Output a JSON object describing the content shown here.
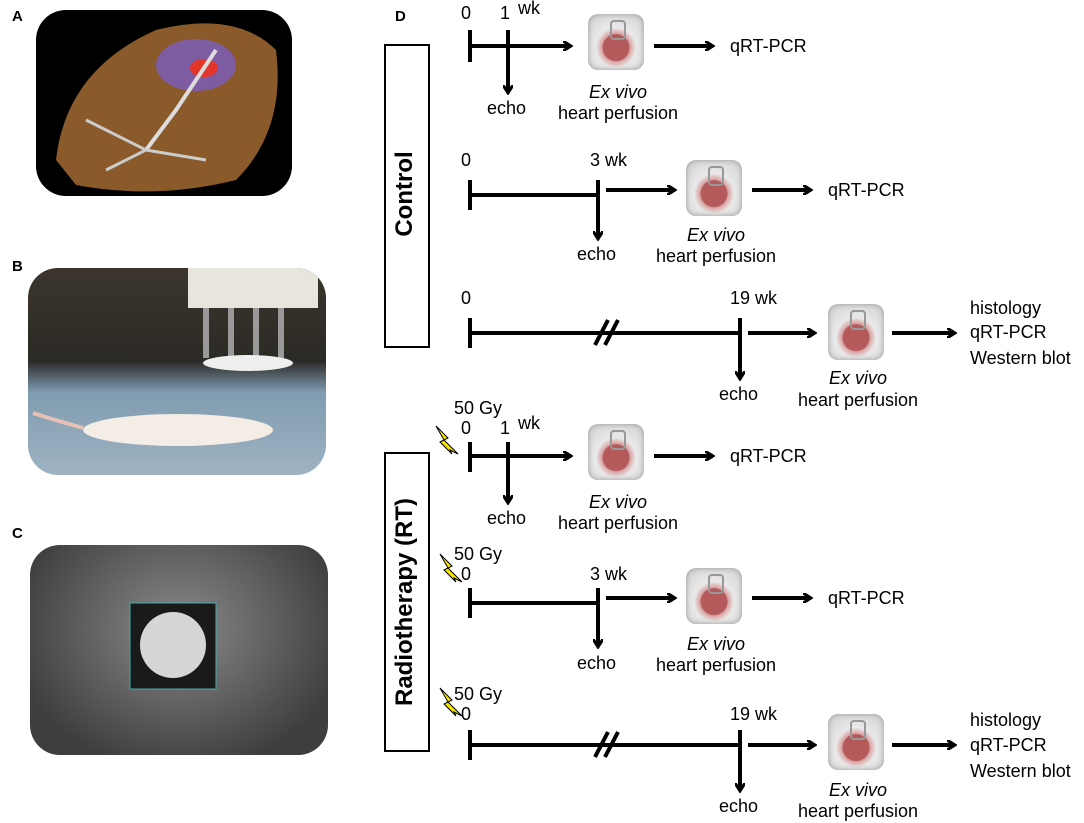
{
  "panel_labels": [
    "A",
    "B",
    "C",
    "D"
  ],
  "groups": [
    {
      "label": "Control",
      "rows": [
        {
          "start": "0",
          "end": "1",
          "unit": "wk",
          "outputs": [
            "qRT-PCR"
          ]
        },
        {
          "start": "0",
          "end": "3 wk",
          "outputs": [
            "qRT-PCR"
          ]
        },
        {
          "start": "0",
          "end": "19 wk",
          "outputs": [
            "histology",
            "qRT-PCR",
            "Western blot"
          ]
        }
      ]
    },
    {
      "label": "Radiotherapy (RT)",
      "dose": "50 Gy",
      "rows": [
        {
          "start": "0",
          "end": "1",
          "unit": "wk",
          "outputs": [
            "qRT-PCR"
          ]
        },
        {
          "start": "0",
          "end": "3 wk",
          "outputs": [
            "qRT-PCR"
          ]
        },
        {
          "start": "0",
          "end": "19 wk",
          "outputs": [
            "histology",
            "qRT-PCR",
            "Western blot"
          ]
        }
      ]
    }
  ],
  "echo_label": "echo",
  "perfusion_italic": "Ex vivo",
  "perfusion_label": "heart perfusion",
  "colors": {
    "line": "#000000",
    "bolt": "#f5e300",
    "skin": "#8a5a2a"
  }
}
